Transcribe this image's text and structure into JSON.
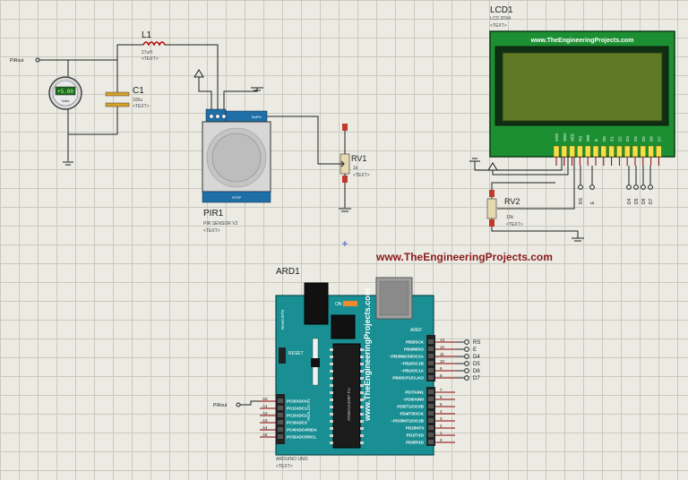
{
  "watermark": "www.TheEngineeringProjects.com",
  "lcd": {
    "ref": "LCD1",
    "model": "LCD 20X4",
    "text_tag": "<TEXT>",
    "brand": "www.TheEngineeringProjects.com",
    "pins": [
      "VSS",
      "VDD",
      "VEE",
      "RS",
      "RW",
      "E",
      "D0",
      "D1",
      "D2",
      "D3",
      "D4",
      "D5",
      "D6",
      "D7"
    ],
    "wire_labels": [
      "RS",
      "E",
      "D4",
      "D5",
      "D6",
      "D7"
    ]
  },
  "inductor": {
    "ref": "L1",
    "value": "27uH",
    "text_tag": "<TEXT>"
  },
  "capacitor": {
    "ref": "C1",
    "value": "100u",
    "text_tag": "<TEXT>"
  },
  "voltmeter": {
    "reading": "+5.00",
    "unit": "Volts"
  },
  "terminal_pirout": "PIRout",
  "pir": {
    "ref": "PIR1",
    "model": "PIR SENSOR V2",
    "text_tag": "<TEXT>",
    "top_tag": "TestPin",
    "bottom_tag": "TeTEP"
  },
  "rv1": {
    "ref": "RV1",
    "value": "1k",
    "text_tag": "<TEXT>"
  },
  "rv2": {
    "ref": "RV2",
    "value": "10k",
    "text_tag": "<TEXT>"
  },
  "arduino": {
    "ref": "ARD1",
    "model": "ARDUINO UNO",
    "text_tag": "<TEXT>",
    "brand": "www.TheEngineeringProjects.com",
    "reset_btn": "Reset BTN",
    "reset": "RESET",
    "aref": "AREF",
    "on": "ON",
    "chip": "ATMEGA328P-PU",
    "analog_group": "ANALOG IN",
    "analog_pins": [
      "PC0/ADC0",
      "PC1/ADC1",
      "PC2/ADC2",
      "PC3/ADC3",
      "PC4/ADC4/SDA",
      "PC5/ADC5/SCL"
    ],
    "analog_wires": [
      "A0",
      "A1",
      "A2",
      "A3",
      "A4",
      "A5"
    ],
    "pin_input": "PIRout",
    "digital_top": [
      "PB5/SCK",
      "PB4/MISO",
      "~PB3/MOSI/OC2A",
      "~PB2/OC1B",
      "~PB1/OC1A",
      "PB0/ICP1/CLKO"
    ],
    "digital_bottom": [
      "PD7/AIN1",
      "~PD6/AIN0",
      "PD5/T1/OC0B",
      "PD4/T0/XCK",
      "~PD3/INT1/OC2B",
      "PD2/INT0",
      "PD1/TXD",
      "PD0/RXD"
    ],
    "digital_top_nums": [
      "13",
      "12",
      "11",
      "10",
      "9",
      "8"
    ],
    "digital_bottom_nums": [
      "7",
      "6",
      "5",
      "4",
      "3",
      "2",
      "1",
      "0"
    ],
    "output_labels": [
      "RS",
      "E",
      "D4",
      "D5",
      "D6",
      "D7"
    ]
  }
}
